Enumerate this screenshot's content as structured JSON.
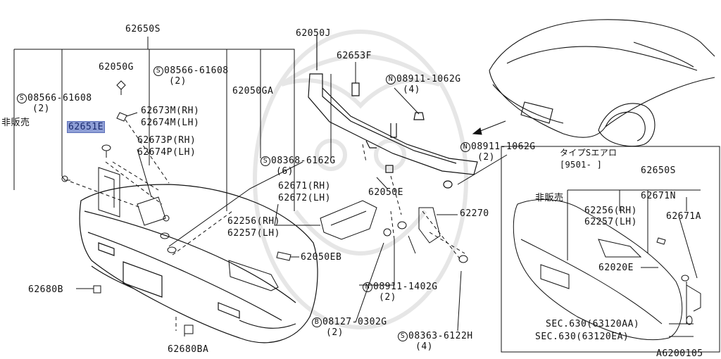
{
  "diagram_id": "A6200105",
  "colors": {
    "line": "#111111",
    "highlight": "#8f9fd6",
    "watermark": "#e6e6e6"
  },
  "labels": {
    "p62650S": "62650S",
    "p62050G": "62050G",
    "s1_code": "08566-61608",
    "s1_qty": "(2)",
    "s2_code": "08566-61608",
    "s2_qty": "(2)",
    "hanbai1": "非販売",
    "p62651": "62651E",
    "p62673M": "62673M(RH)",
    "p62674M": "62674M(LH)",
    "p62673P": "62673P(RH)",
    "p62674P": "62674P(LH)",
    "p62050GA": "62050GA",
    "p62050J": "62050J",
    "p62653F": "62653F",
    "n1_code": "08911-1062G",
    "n1_qty": "(4)",
    "n2_code": "08911-1062G",
    "n2_qty": "(2)",
    "s3_code": "08368-6162G",
    "s3_qty": "(6)",
    "p62671RH": "62671(RH)",
    "p62672LH": "62672(LH)",
    "p62050E": "62050E",
    "p62270": "62270",
    "p62256": "62256(RH)",
    "p62257": "62257(LH)",
    "p62050EB": "62050EB",
    "p62680B": "62680B",
    "n3_code": "08911-1402G",
    "n3_qty": "(2)",
    "b1_code": "08127-0302G",
    "b1_qty": "(2)",
    "s4_code": "08363-6122H",
    "s4_qty": "(4)",
    "p62680BA": "62680BA",
    "inset_title1": "タイプSエアロ",
    "inset_title2": "[9501-     ]",
    "inset_62650S": "62650S",
    "inset_62671N": "62671N",
    "inset_hanbai": "非販売",
    "inset_62256": "62256(RH)",
    "inset_62257": "62257(LH)",
    "inset_62671A": "62671A",
    "inset_62020E": "62020E",
    "sec1": "SEC.630(63120AA)",
    "sec2": "SEC.630(63120EA)",
    "sym_S": "S",
    "sym_N": "N",
    "sym_B": "B"
  }
}
